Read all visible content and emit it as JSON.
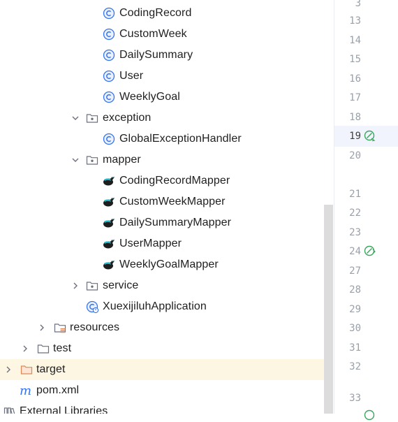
{
  "project_tree": {
    "items": [
      {
        "label": "CodingRecord",
        "icon": "class-icon"
      },
      {
        "label": "CustomWeek",
        "icon": "class-icon"
      },
      {
        "label": "DailySummary",
        "icon": "class-icon"
      },
      {
        "label": "User",
        "icon": "class-icon"
      },
      {
        "label": "WeeklyGoal",
        "icon": "class-icon"
      },
      {
        "label": "exception",
        "icon": "package-folder-icon",
        "expanded": true
      },
      {
        "label": "GlobalExceptionHandler",
        "icon": "class-icon"
      },
      {
        "label": "mapper",
        "icon": "package-folder-icon",
        "expanded": true
      },
      {
        "label": "CodingRecordMapper",
        "icon": "mybatis-mapper-icon"
      },
      {
        "label": "CustomWeekMapper",
        "icon": "mybatis-mapper-icon"
      },
      {
        "label": "DailySummaryMapper",
        "icon": "mybatis-mapper-icon"
      },
      {
        "label": "UserMapper",
        "icon": "mybatis-mapper-icon"
      },
      {
        "label": "WeeklyGoalMapper",
        "icon": "mybatis-mapper-icon"
      },
      {
        "label": "service",
        "icon": "package-folder-icon",
        "expanded": false
      },
      {
        "label": "XuexijiluhApplication",
        "icon": "spring-boot-app-icon"
      },
      {
        "label": "resources",
        "icon": "resources-folder-icon",
        "expanded": false
      },
      {
        "label": "test",
        "icon": "folder-icon",
        "expanded": false
      },
      {
        "label": "target",
        "icon": "excluded-folder-icon",
        "expanded": false,
        "selected": true
      },
      {
        "label": "pom.xml",
        "icon": "maven-icon"
      },
      {
        "label": "External Libraries",
        "icon": "libraries-icon"
      }
    ]
  },
  "gutter": {
    "line_numbers": [
      "3",
      "13",
      "14",
      "15",
      "16",
      "17",
      "18",
      "19",
      "20",
      "21",
      "22",
      "23",
      "24",
      "27",
      "28",
      "29",
      "30",
      "31",
      "32",
      "33"
    ],
    "current_line": "19",
    "markers": [
      {
        "line": "19",
        "icon": "spring-bean-gutter-icon"
      },
      {
        "line": "24",
        "icon": "spring-bean-gutter-icon"
      }
    ]
  },
  "colors": {
    "class_icon": "#3574f0",
    "folder_icon": "#6c707e",
    "excluded_folder": "#e08855",
    "selected_row": "#fdf6e3",
    "spring_green": "#3aa55d",
    "mybatis_teal": "#22b8c8"
  }
}
